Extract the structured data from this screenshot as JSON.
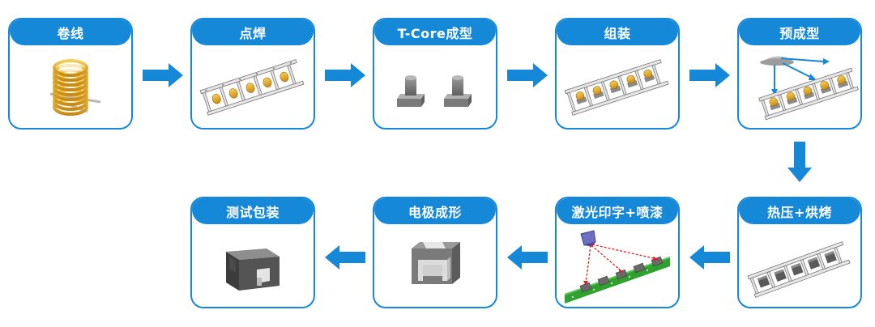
{
  "colors": {
    "accent": "#1688d8",
    "copper": "#e3a21a",
    "pcb": "#2fa12f",
    "laser": "#e02020"
  },
  "steps": [
    {
      "id": "winding",
      "label": "卷线",
      "icon": "coil-icon"
    },
    {
      "id": "spot-welding",
      "label": "点焊",
      "icon": "lead-frame-icon"
    },
    {
      "id": "t-core-forming",
      "label": "T-Core成型",
      "icon": "t-core-icon"
    },
    {
      "id": "assembly",
      "label": "组装",
      "icon": "assembled-frame-icon"
    },
    {
      "id": "pre-forming",
      "label": "预成型",
      "icon": "powder-fill-icon"
    },
    {
      "id": "hot-press-baking",
      "label": "热压+烘烤",
      "icon": "pressed-frame-icon"
    },
    {
      "id": "laser-marking-spraying",
      "label": "激光印字+喷漆",
      "icon": "laser-marking-icon"
    },
    {
      "id": "electrode-forming",
      "label": "电极成形",
      "icon": "electrode-icon"
    },
    {
      "id": "test-packaging",
      "label": "测试包装",
      "icon": "inductor-package-icon"
    }
  ]
}
